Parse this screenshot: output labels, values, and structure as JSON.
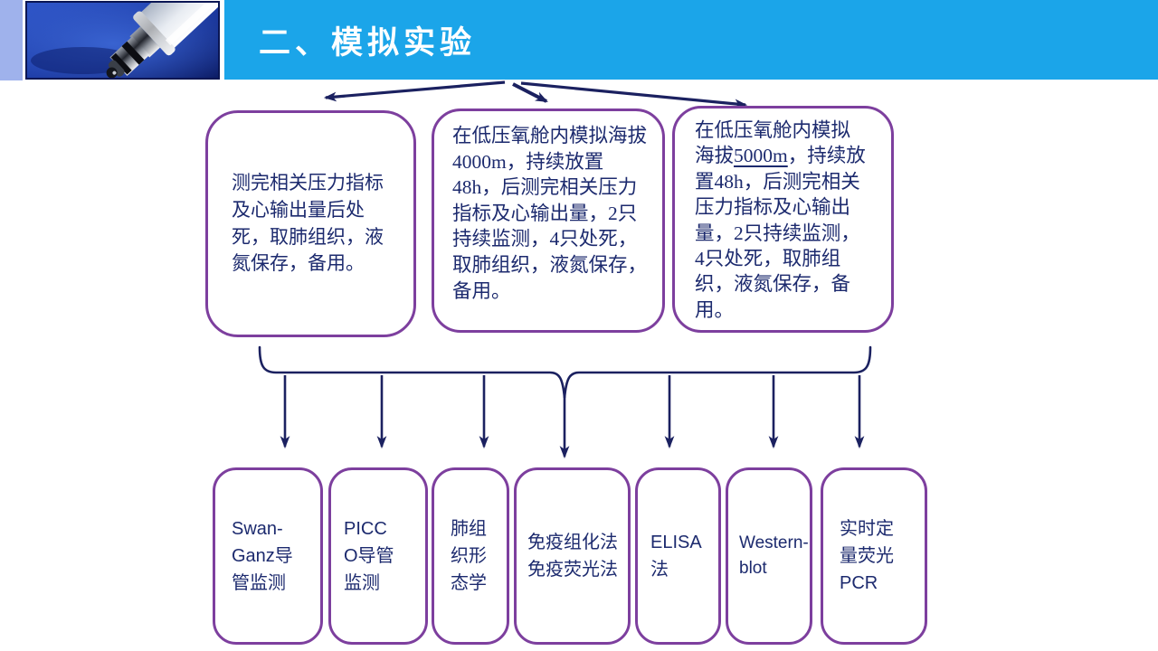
{
  "header": {
    "title": "二、模拟实验"
  },
  "decor": {
    "photo_description": "syringe-pressure-transducer-photo"
  },
  "top_boxes": [
    {
      "id": "baseline-group",
      "text": "测完相关压力指标及心输出量后处死，取肺组织，液氮保存，备用。"
    },
    {
      "id": "altitude-4000m-group",
      "text": "在低压氧舱内模拟海拔4000m，持续放置48h，后测完相关压力指标及心输出量，2只持续监测，4只处死，取肺组织，液氮保存，备用。"
    },
    {
      "id": "altitude-5000m-group",
      "text_pre": "在低压氧舱内模拟海拔",
      "text_underlined": "5000m",
      "text_post": "，持续放置48h，后测完相关压力指标及心输出量，2只持续监测，4只处死，取肺组织，液氮保存，备用。"
    }
  ],
  "bottom_boxes": [
    {
      "label": "Swan-Ganz导管监测"
    },
    {
      "label": "PICCO导管监测"
    },
    {
      "label": "肺组织形态学"
    },
    {
      "label": "免疫组化法免疫荧光法"
    },
    {
      "label": "ELISA法"
    },
    {
      "label": "Western-blot"
    },
    {
      "label": "实时定量荧光PCR"
    }
  ],
  "colors": {
    "header_bar": "#1ba5e9",
    "side_strip": "#9fb2ec",
    "box_border": "#7d3f9e",
    "text_navy": "#1c2a6e",
    "arrow_navy": "#1b2160"
  }
}
